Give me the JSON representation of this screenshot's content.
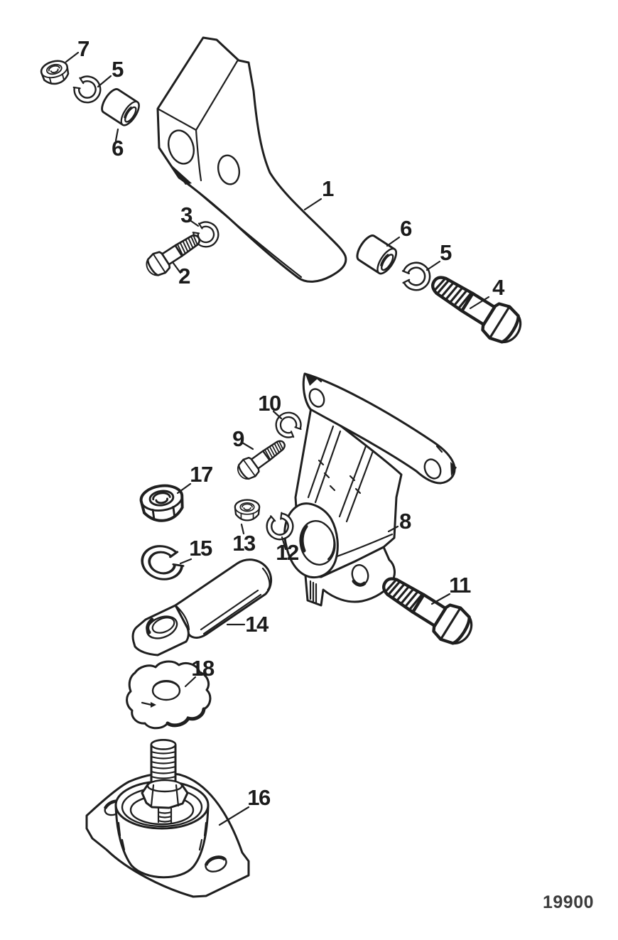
{
  "figure": {
    "type": "exploded-parts-diagram",
    "drawing_number": "19900",
    "background_color": "#ffffff",
    "line_color": "#1f1f1f",
    "label_color": "#1b1b1b"
  },
  "callouts": [
    {
      "id": "7",
      "label": "7"
    },
    {
      "id": "5-upper",
      "label": "5"
    },
    {
      "id": "6-upper",
      "label": "6"
    },
    {
      "id": "1",
      "label": "1"
    },
    {
      "id": "3",
      "label": "3"
    },
    {
      "id": "2",
      "label": "2"
    },
    {
      "id": "6-right",
      "label": "6"
    },
    {
      "id": "5-right",
      "label": "5"
    },
    {
      "id": "4",
      "label": "4"
    },
    {
      "id": "10",
      "label": "10"
    },
    {
      "id": "9",
      "label": "9"
    },
    {
      "id": "8",
      "label": "8"
    },
    {
      "id": "17",
      "label": "17"
    },
    {
      "id": "13",
      "label": "13"
    },
    {
      "id": "12",
      "label": "12"
    },
    {
      "id": "15",
      "label": "15"
    },
    {
      "id": "14",
      "label": "14"
    },
    {
      "id": "11",
      "label": "11"
    },
    {
      "id": "18",
      "label": "18"
    },
    {
      "id": "16",
      "label": "16"
    }
  ]
}
